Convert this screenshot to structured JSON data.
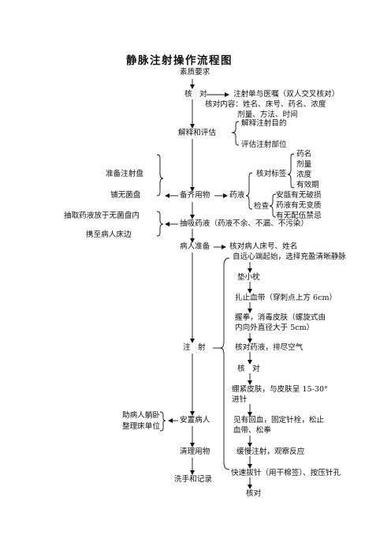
{
  "title": "静脉注射操作流程图",
  "left_column": {
    "quality": "素质要求",
    "check": "核　对",
    "explain": "解释和评估",
    "prepare": "备齐用物",
    "draw": "抽吸药液（药液不余、不漏、不污染）",
    "patient": "病人准备",
    "inject": "注　射",
    "settle": "安置病人",
    "clean": "清理用物",
    "wash": "洗手和记录"
  },
  "check_detail": {
    "line1": "注射单与医嘱（双人交叉核对）",
    "line2": "核对内容：姓名、床号、药名、浓度",
    "line3": "剂量、方法、时间"
  },
  "explain_detail": {
    "item1": "解释注射目的",
    "item2": "评估注射部位"
  },
  "prepare_side": {
    "tray": "准备注射盘",
    "sterile": "铺无菌盘"
  },
  "drug": {
    "label": "药液",
    "check_label": "核对标签",
    "labels": [
      "药名",
      "剂量",
      "浓度",
      "有效期"
    ],
    "inspect": "检查",
    "inspect_items": [
      "安瓿有无破损",
      "药液有无变质",
      "有无配伍禁忌"
    ]
  },
  "draw_side": {
    "item1": "抽取药液放于无菌盘内",
    "item2": "携至病人床边"
  },
  "patient_detail": "核对病人床号、姓名",
  "inject_steps": {
    "s1": "自远心端起始，选择充盈清晰静脉",
    "s2": "垫小枕",
    "s3": "扎止血带（穿刺点上方 6cm）",
    "s4a": "握拳，消毒皮肤（螺旋式由",
    "s4b": "内向外直径大于 5cm）",
    "s5": "核对药液，排尽空气",
    "s6": "核　对",
    "s7a": "绷紧皮肤，与皮肤呈 15-30°",
    "s7b": "进针",
    "s8a": "见有回血，固定针栓，松止",
    "s8b": "血带、松拳",
    "s9": "缓慢注射，观察反应",
    "s10": "快速拔针（用干棉签）、按压针孔",
    "s11": "核对"
  },
  "settle_side": {
    "item1": "助病人躺卧",
    "item2": "整理床单位"
  }
}
